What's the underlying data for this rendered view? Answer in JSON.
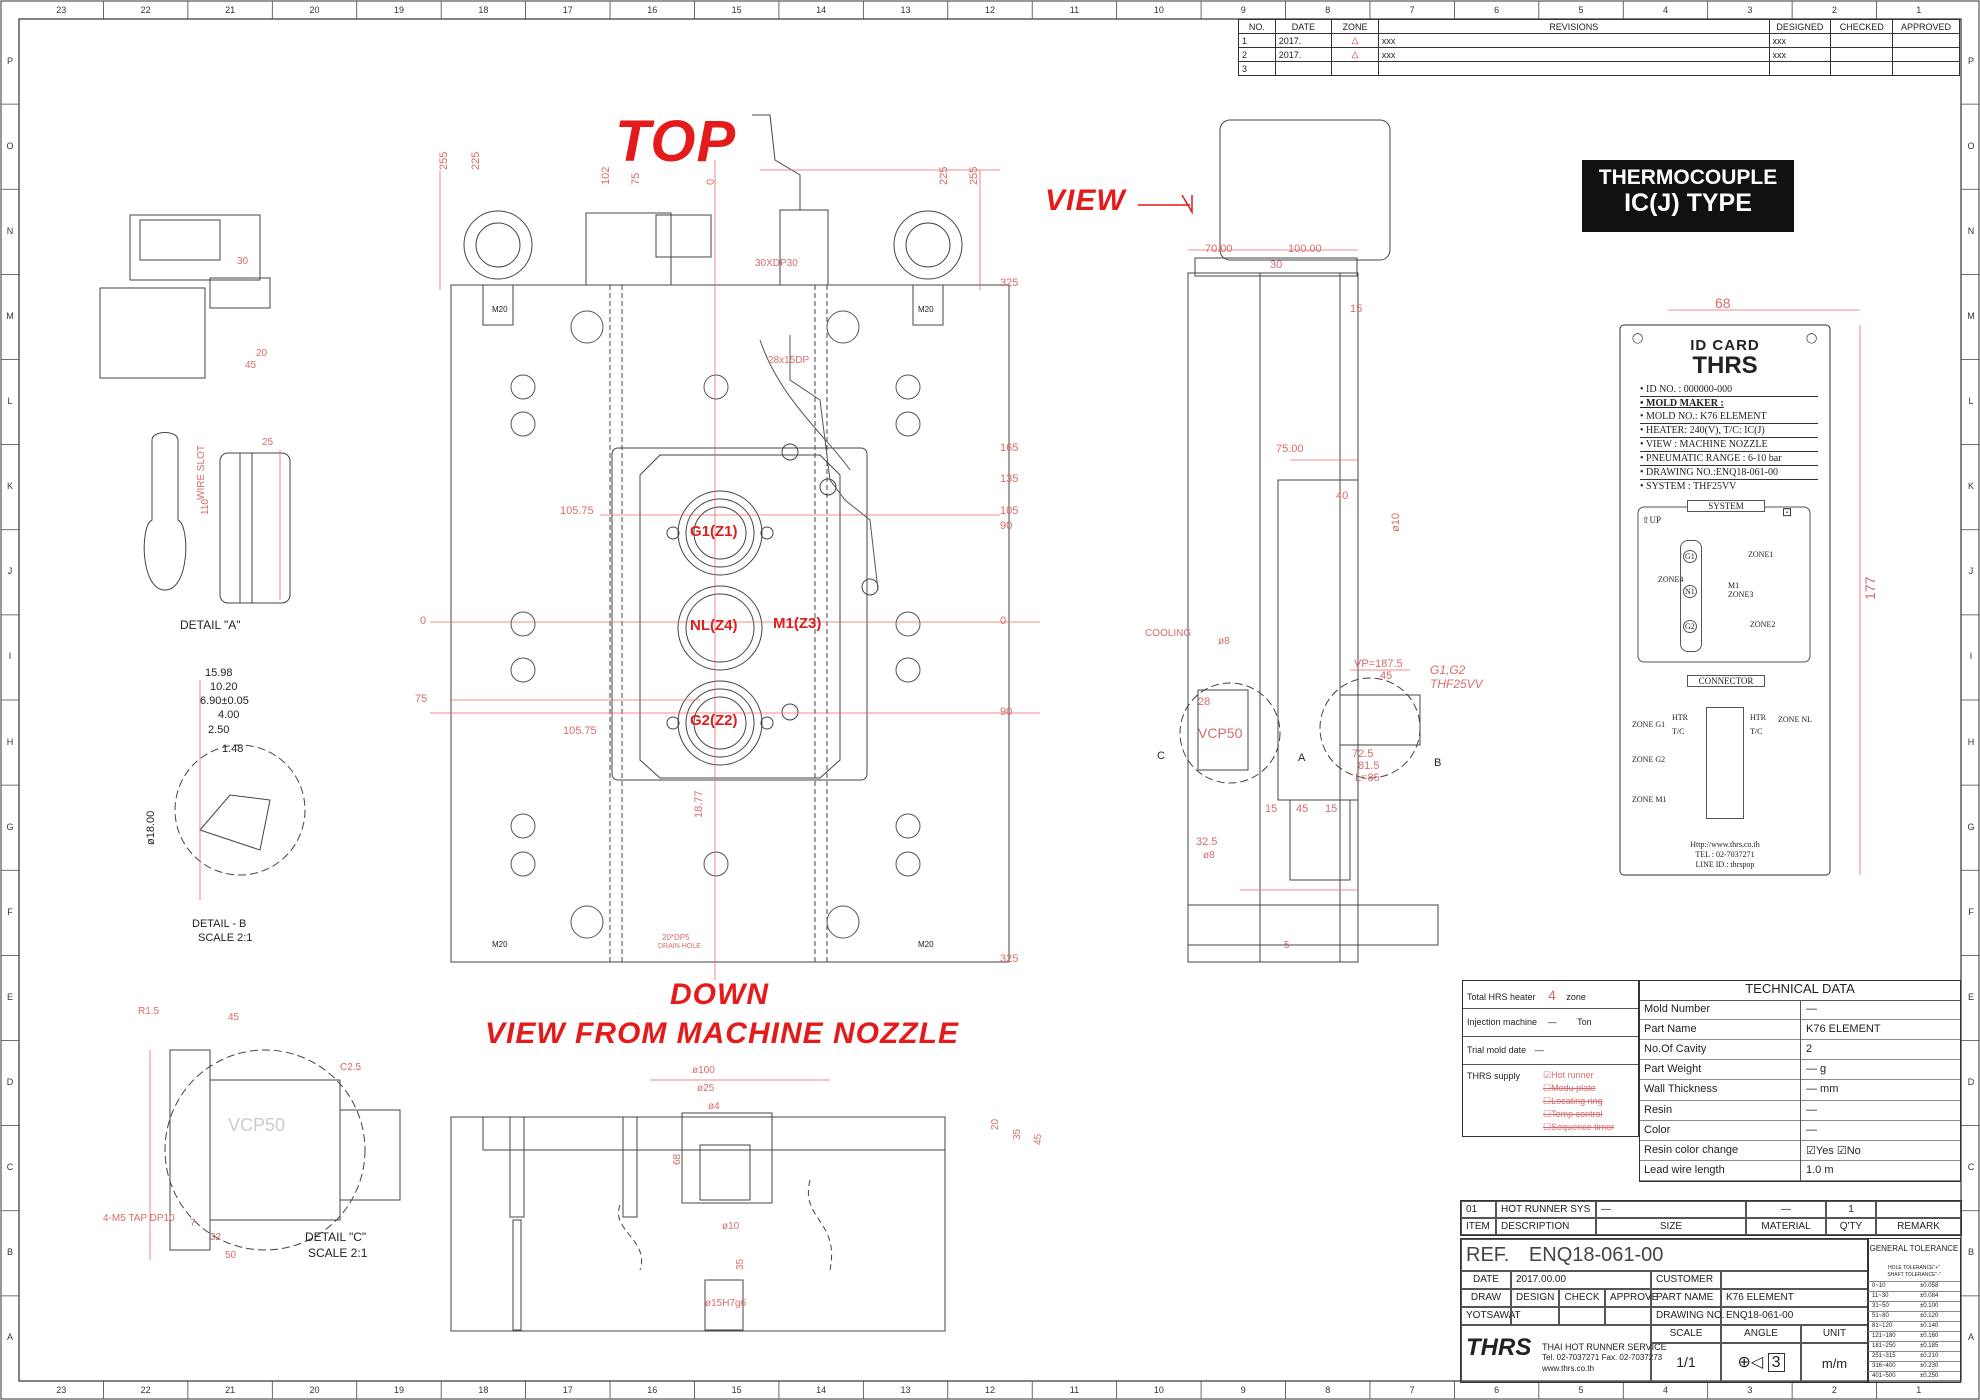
{
  "border": {
    "top_numbers": [
      "23",
      "22",
      "21",
      "20",
      "19",
      "18",
      "17",
      "16",
      "15",
      "14",
      "13",
      "12",
      "11",
      "10",
      "9",
      "8",
      "7",
      "6",
      "5",
      "4",
      "3",
      "2",
      "1"
    ],
    "side_letters": [
      "P",
      "O",
      "N",
      "M",
      "L",
      "K",
      "J",
      "I",
      "H",
      "G",
      "F",
      "E",
      "D",
      "C",
      "B",
      "A"
    ]
  },
  "revisions": {
    "headers": [
      "NO.",
      "DATE",
      "ZONE",
      "REVISIONS",
      "DESIGNED",
      "CHECKED",
      "APPROVED"
    ],
    "rows": [
      {
        "no": "1",
        "date": "2017.",
        "zone": "1",
        "revision": "xxx",
        "designed": "xxx"
      },
      {
        "no": "2",
        "date": "2017.",
        "zone": "2",
        "revision": "xxx",
        "designed": "xxx"
      },
      {
        "no": "3",
        "date": "",
        "zone": "",
        "revision": "",
        "designed": ""
      }
    ]
  },
  "labels": {
    "top": "TOP",
    "view": "VIEW",
    "down": "DOWN",
    "view_from": "VIEW FROM MACHINE NOZZLE",
    "thermocouple_1": "THERMOCOUPLE",
    "thermocouple_2": "IC(J) TYPE",
    "detail_a": "DETAIL \"A\"",
    "detail_b": "DETAIL - B",
    "detail_b_scale": "SCALE 2:1",
    "detail_c": "DETAIL \"C\"",
    "detail_c_scale": "SCALE 2:1",
    "g1": "G1(Z1)",
    "nl": "NL(Z4)",
    "m1": "M1(Z3)",
    "g2": "G2(Z2)",
    "cooling": "COOLING",
    "vcp50": "VCP50",
    "vcp50_c": "VCP50",
    "g1g2": "G1,G2",
    "thf": "THF25VV",
    "m20": "M20",
    "drain_hole": "DRAIN HOLE",
    "wire_slot": "WIRE SLOT",
    "tap": "4-M5 TAP DP10",
    "c_letter": "C",
    "a_letter": "A",
    "b_letter": "B"
  },
  "dims": {
    "d255": "255",
    "d225": "225",
    "d102": "102",
    "d75": "75",
    "d0": "0",
    "d325": "325",
    "d165": "165",
    "d135": "135",
    "d105": "105",
    "d90": "90",
    "d10575": "105.75",
    "d1877": "18.77",
    "d30x": "30XDP30",
    "d28x": "28x15DP",
    "d70": "70.00",
    "d100": "100.00",
    "d30": "30",
    "d15": "15",
    "d75b": "75.00",
    "d40": "40",
    "d8": "ø8",
    "d28": "28",
    "d10": "ø10",
    "vp": "VP=187.5",
    "d45": "45",
    "d725": "72.5",
    "d815": "81.5",
    "l85": "L=85",
    "d325b": "32.5",
    "d5": "5",
    "d20": "20",
    "d45b": "45",
    "d110": "110",
    "d25": "25",
    "d1598": "15.98",
    "d1020": "10.20",
    "d690": "6.90±0.05",
    "d400": "4.00",
    "d250": "2.50",
    "d148": "1.48",
    "d1800": "ø18.00",
    "d100b": "ø100",
    "d25b": "ø25",
    "d4": "ø4",
    "d68": "68",
    "d10b": "ø10",
    "d15b": "ø15H7g6",
    "d35": "35",
    "d45c": "45",
    "d50": "50",
    "r15": "R1.5",
    "c25": "C2.5",
    "d32": "32",
    "d7": "7",
    "dp5": "20*DP5"
  },
  "id_card": {
    "width_dim": "68",
    "height_dim": "177",
    "title": "ID CARD",
    "brand": "THRS",
    "lines": [
      "ID NO. :    000000-000",
      "MOLD MAKER :",
      "MOLD NO.: K76 ELEMENT",
      "HEATER: 240(V), T/C: IC(J)",
      "VIEW : MACHINE NOZZLE",
      "PNEUMATIC RANGE : 6-10 bar",
      "DRAWING NO.:ENQ18-061-00",
      "SYSTEM :  THF25VV"
    ],
    "up": "UP",
    "system": "SYSTEM",
    "zone1": "ZONE1",
    "zone4": "ZONE4",
    "zone3": "ZONE3",
    "zone2": "ZONE2",
    "m1": "M1",
    "g1": "G1",
    "n1": "N1",
    "g2": "G2",
    "connector": "CONNECTOR",
    "htr": "HTR",
    "tc": "T/C",
    "zone_g1": "ZONE G1",
    "zone_g2": "ZONE G2",
    "zone_m1": "ZONE M1",
    "zone_nl": "ZONE NL",
    "url": "Http://www.thrs.co.th",
    "tel": "TEL : 02-7037271",
    "line": "LINE ID.: thrspop"
  },
  "hrs_info": {
    "total_label": "Total HRS heater",
    "total_value": "4",
    "total_unit": "zone",
    "inj_label": "Injection machine",
    "inj_value": "—",
    "inj_unit": "Ton",
    "trial_label": "Trial mold date",
    "trial_value": "—",
    "supply_label": "THRS supply",
    "supply_items": [
      "Hot runner",
      "Modu plate",
      "Locating ring",
      "Temp control",
      "Sequence timer"
    ]
  },
  "technical": {
    "title": "TECHNICAL DATA",
    "rows": [
      [
        "Mold Number",
        "—"
      ],
      [
        "Part Name",
        "K76 ELEMENT"
      ],
      [
        "No.Of Cavity",
        "2"
      ],
      [
        "Part Weight",
        "— g"
      ],
      [
        "Wall Thickness",
        "— mm"
      ],
      [
        "Resin",
        "—"
      ],
      [
        "Color",
        "—"
      ],
      [
        "Resin color change",
        "☑Yes ☑No"
      ],
      [
        "Lead wire length",
        "1.0 m"
      ]
    ]
  },
  "bom": {
    "row": {
      "item": "01",
      "desc": "HOT RUNNER SYS",
      "size": "—",
      "material": "—",
      "qty": "1"
    },
    "headers": {
      "item": "ITEM",
      "desc": "DESCRIPTION",
      "size": "SIZE",
      "material": "MATERIAL",
      "qty": "Q'TY",
      "remark": "REMARK"
    }
  },
  "title_block": {
    "ref_label": "REF.",
    "ref_value": "ENQ18-061-00",
    "date_label": "DATE",
    "date_value": "2017.00.00",
    "customer_label": "CUSTOMER",
    "draw": "DRAW",
    "design": "DESIGN",
    "check": "CHECK",
    "approve": "APPROVE",
    "part_name_label": "PART NAME",
    "part_name_value": "K76 ELEMENT",
    "drawer": "YOTSAWAT",
    "drawing_no_label": "DRAWING NO.",
    "drawing_no_value": "ENQ18-061-00",
    "scale_label": "SCALE",
    "scale_value": "1/1",
    "angle_label": "ANGLE",
    "unit_label": "UNIT",
    "unit_value": "m/m",
    "angle_number": "3",
    "company": "THAI HOT RUNNER SERVICE",
    "tel": "Tel. 02-7037271 Fax. 02-7037273",
    "web": "www.thrs.co.th",
    "logo": "THRS"
  },
  "tolerance": {
    "title": "GENERAL TOLERANCE",
    "hole": "HOLE TOLERANCE\"+\"",
    "shaft": "SHAFT TOLERANCE\"-\"",
    "rows": [
      [
        "0~10",
        "±0.058"
      ],
      [
        "11~30",
        "±0.084"
      ],
      [
        "31~50",
        "±0.100"
      ],
      [
        "51~80",
        "±0.120"
      ],
      [
        "81~120",
        "±0.140"
      ],
      [
        "121~180",
        "±0.160"
      ],
      [
        "181~250",
        "±0.185"
      ],
      [
        "251~315",
        "±0.210"
      ],
      [
        "316~400",
        "±0.230"
      ],
      [
        "401~500",
        "±0.250"
      ]
    ]
  }
}
